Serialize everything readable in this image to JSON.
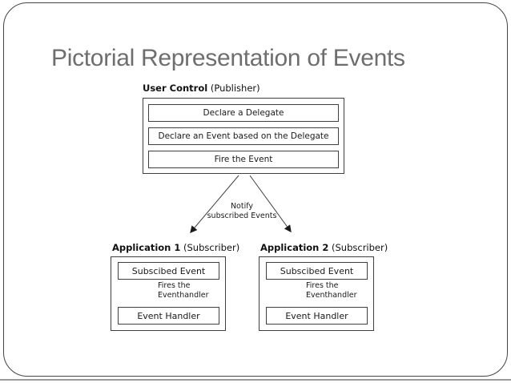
{
  "slide": {
    "title": "Pictorial Representation of Events"
  },
  "publisher": {
    "name": "User Control",
    "role": "(Publisher)",
    "steps": [
      "Declare a Delegate",
      "Declare an Event based on the Delegate",
      "Fire the Event"
    ]
  },
  "notify": {
    "line1": "Notify",
    "line2": "subscribed Events"
  },
  "subscribers": [
    {
      "name": "Application 1",
      "role": "(Subscriber)",
      "subscribed_event": "Subscibed Event",
      "fires_line1": "Fires the",
      "fires_line2": "Eventhandler",
      "event_handler": "Event Handler"
    },
    {
      "name": "Application 2",
      "role": "(Subscriber)",
      "subscribed_event": "Subscibed Event",
      "fires_line1": "Fires the",
      "fires_line2": "Eventhandler",
      "event_handler": "Event Handler"
    }
  ],
  "colors": {
    "title_text": "#6e6e6e",
    "diagram_line": "#3f3f3f",
    "diagram_text": "#1a1a1a",
    "slide_border": "#454545",
    "bottom_rule": "#9a9a9a",
    "background": "#ffffff"
  }
}
